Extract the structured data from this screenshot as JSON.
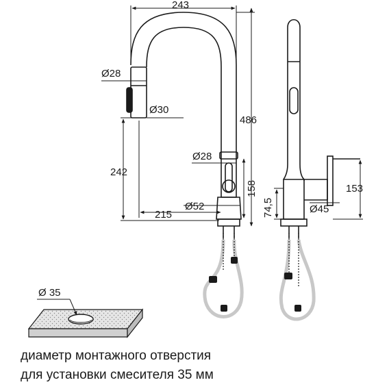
{
  "dimensions": {
    "spout_reach": "243",
    "head_diameter_top": "Ø28",
    "head_diameter": "Ø30",
    "total_height": "486",
    "body_diameter": "Ø28",
    "spray_height": "242",
    "handle_height": "158",
    "base_reach": "215",
    "base_diameter": "Ø52",
    "handle_diameter": "Ø45",
    "side_base_height": "74,5",
    "side_width": "153",
    "hole_diameter": "Ø 35"
  },
  "caption": {
    "line1": "диаметр монтажного отверстия",
    "line2": "для установки смесителя 35 мм"
  },
  "colors": {
    "line": "#1a1a1a",
    "hose": "#c8c8c8",
    "hatch": "#9a9a9a"
  }
}
